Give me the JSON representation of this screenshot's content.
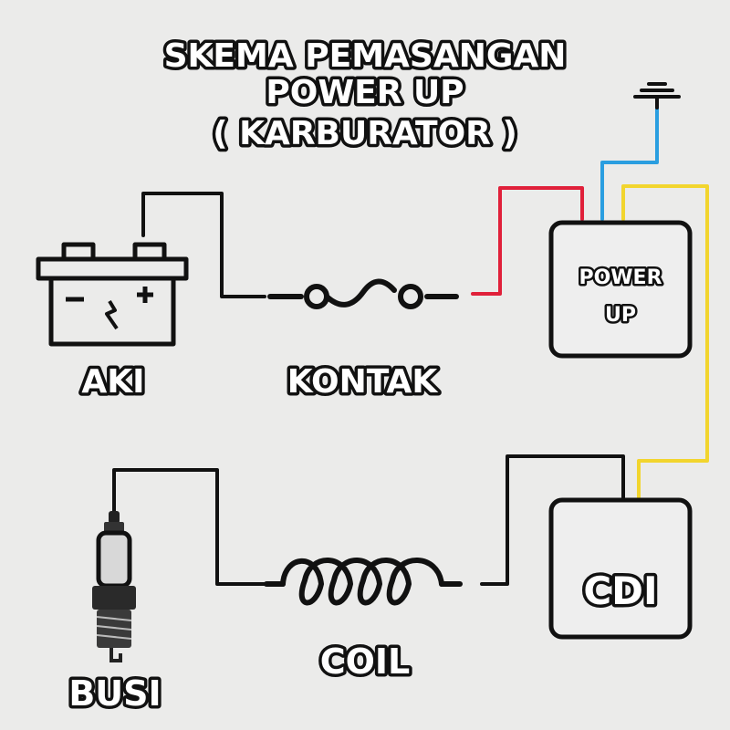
{
  "title": {
    "line1": "SKEMA PEMASANGAN",
    "line2": "POWER UP",
    "line3": "( KARBURATOR )"
  },
  "components": {
    "aki": {
      "label": "AKI",
      "icon": "battery-icon"
    },
    "kontak": {
      "label": "KONTAK",
      "icon": "ignition-switch-icon"
    },
    "power_up": {
      "label_line1": "POWER",
      "label_line2": "UP"
    },
    "cdi": {
      "label": "CDI"
    },
    "coil": {
      "label": "COIL",
      "icon": "coil-icon"
    },
    "busi": {
      "label": "BUSI",
      "icon": "spark-plug-icon"
    },
    "ground": {
      "icon": "ground-icon"
    }
  },
  "wire_colors": {
    "black": "#111111",
    "red": "#e0203a",
    "blue": "#2a9ee0",
    "yellow": "#f2d52e"
  }
}
